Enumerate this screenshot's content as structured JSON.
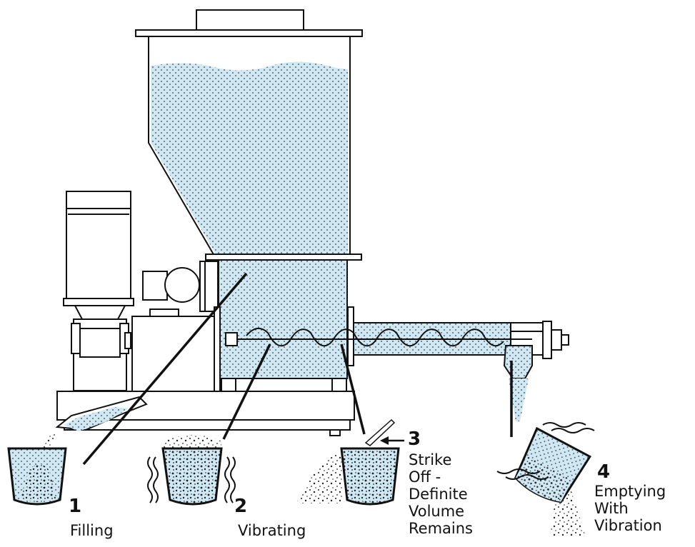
{
  "colors": {
    "material_fill": "#cfe8f3",
    "dots": "#3a3a3a",
    "line": "#111111",
    "machine": "#ffffff"
  },
  "steps": [
    {
      "number": "1",
      "caption": "Filling"
    },
    {
      "number": "2",
      "caption": "Vibrating"
    },
    {
      "number": "3",
      "caption_lines": [
        "Strike",
        "Off -",
        "Definite",
        "Volume",
        "Remains"
      ]
    },
    {
      "number": "4",
      "caption_lines": [
        "Emptying",
        "With",
        "Vibration"
      ]
    }
  ]
}
